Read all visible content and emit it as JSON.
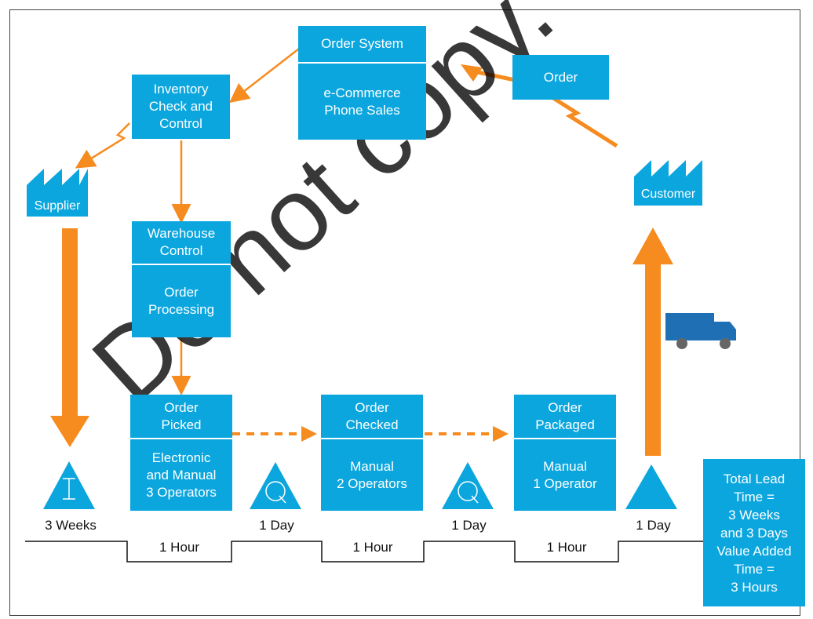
{
  "watermark": "Do not copy.",
  "order_system": {
    "title": "Order System",
    "l1": "e-Commerce",
    "l2": "Phone Sales"
  },
  "order": "Order",
  "inventory": {
    "l1": "Inventory",
    "l2": "Check and",
    "l3": "Control"
  },
  "supplier": "Supplier",
  "customer": "Customer",
  "warehouse": {
    "t1": "Warehouse",
    "t2": "Control",
    "b1": "Order",
    "b2": "Processing"
  },
  "picked": {
    "t1": "Order",
    "t2": "Picked",
    "b1": "Electronic",
    "b2": "and Manual",
    "b3": "3 Operators"
  },
  "checked": {
    "t1": "Order",
    "t2": "Checked",
    "b1": "Manual",
    "b2": "2 Operators"
  },
  "packaged": {
    "t1": "Order",
    "t2": "Packaged",
    "b1": "Manual",
    "b2": "1 Operator"
  },
  "inventory_glyph": "I",
  "queue_glyph": "Q",
  "timeline": {
    "wait1": "3 Weeks",
    "wait2": "1 Day",
    "wait3": "1 Day",
    "wait4": "1 Day",
    "proc1": "1 Hour",
    "proc2": "1 Hour",
    "proc3": "1 Hour"
  },
  "totals": {
    "l1": "Total Lead",
    "l2": "Time =",
    "l3": "3 Weeks",
    "l4": "and 3 Days",
    "l5": "Value Added",
    "l6": "Time =",
    "l7": "3 Hours"
  },
  "colors": {
    "box": "#0BA6DE",
    "arrow": "#F68B1F",
    "truck": "#1F6FB4",
    "wheel": "#666666"
  }
}
